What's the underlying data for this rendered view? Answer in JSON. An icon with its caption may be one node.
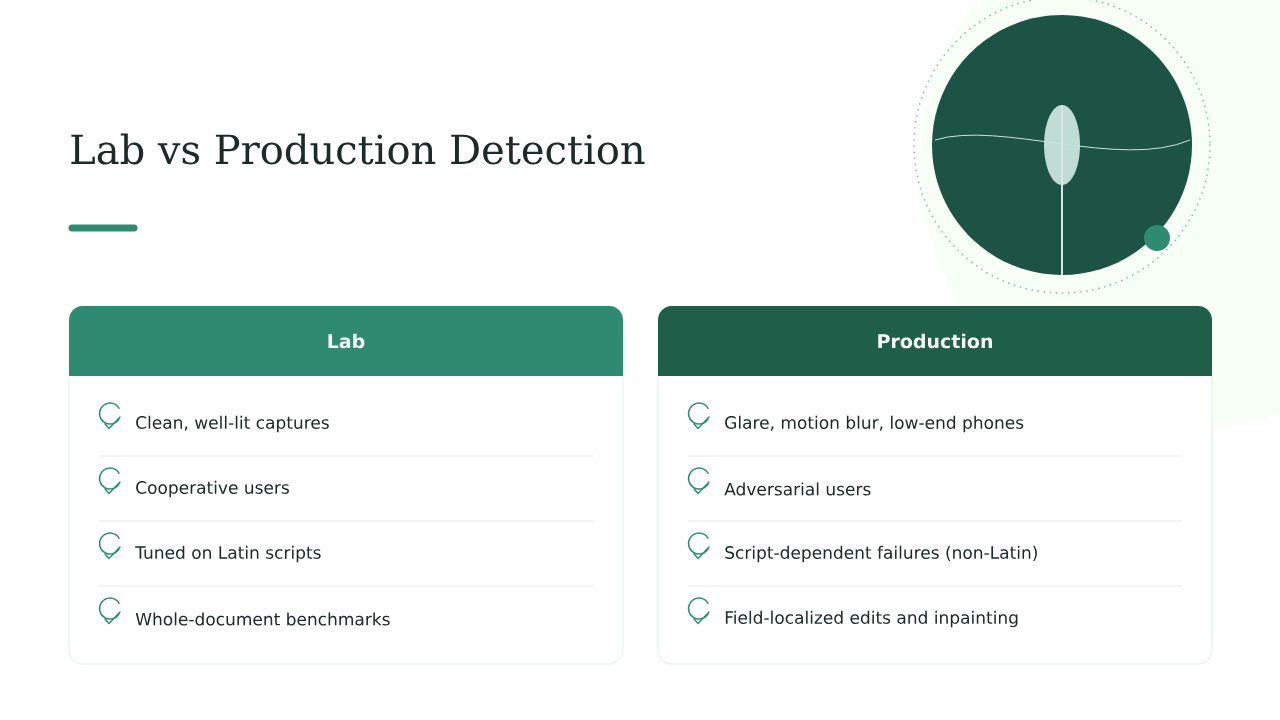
{
  "diagram": {
    "title": "Lab vs Production Detection",
    "nodes": [
      {
        "text": [
          "Lab",
          "Clean, well-lit captures",
          "Cooperative users",
          "Tuned on Latin scripts",
          "Whole-document benchmarks"
        ]
      },
      {
        "text": [
          "Production",
          "Glare, motion blur, low-end phones",
          "Adversarial users",
          "Script-dependent failures (non-Latin)",
          "Field-localized edits and inpainting"
        ]
      }
    ]
  }
}
